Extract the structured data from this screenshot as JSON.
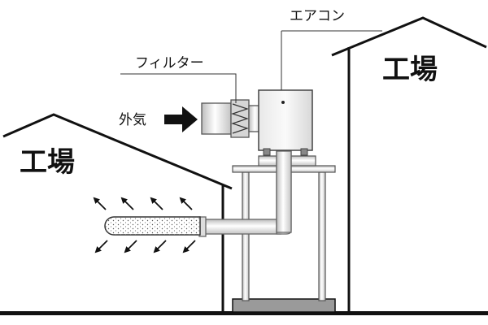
{
  "labels": {
    "air_conditioner": "エアコン",
    "filter": "フィルター",
    "outside_air": "外気",
    "factory_left": "工場",
    "factory_right": "工場"
  },
  "icons": {
    "intake_arrow": "arrow-right-icon",
    "airflow": "diagonal-arrow-icon"
  },
  "colors": {
    "line": "#111111",
    "unit_fill": "#f2f2f2",
    "duct_fill": "#e6e6e6",
    "base_fill": "#9a9a9a"
  }
}
